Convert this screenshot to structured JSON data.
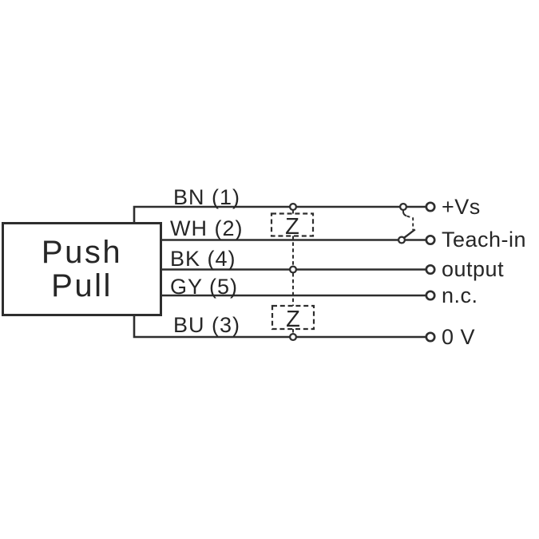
{
  "diagram": {
    "device": {
      "line1": "Push",
      "line2": "Pull"
    },
    "wires": [
      {
        "label": "BN (1)",
        "terminal": "+Vs"
      },
      {
        "label": "WH (2)",
        "terminal": "Teach-in"
      },
      {
        "label": "BK (4)",
        "terminal": "output"
      },
      {
        "label": "GY (5)",
        "terminal": "n.c."
      },
      {
        "label": "BU (3)",
        "terminal": "0 V"
      }
    ],
    "protection_elements": [
      {
        "label": "Z"
      },
      {
        "label": "Z"
      }
    ],
    "colors": {
      "line": "#2e2e2e",
      "text": "#262626",
      "background": "#ffffff"
    }
  }
}
